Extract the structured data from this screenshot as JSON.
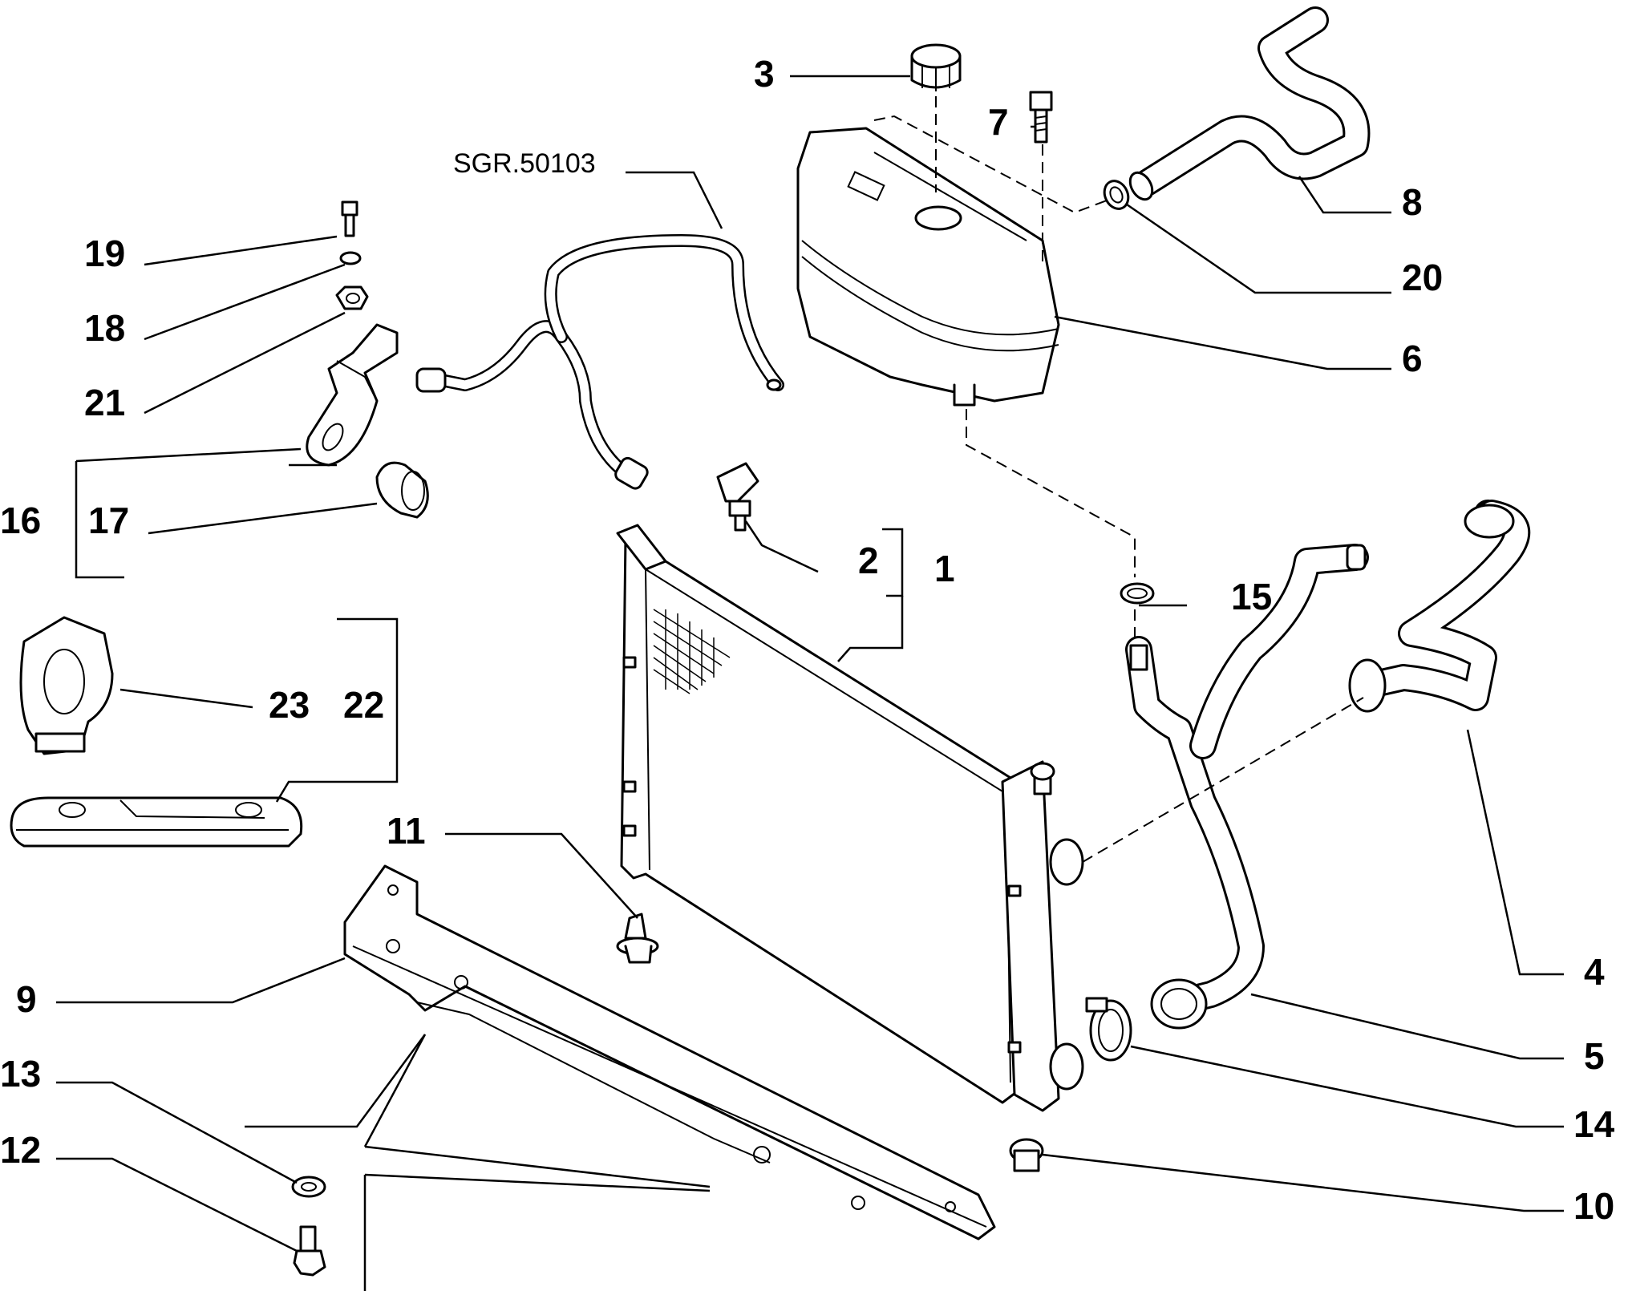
{
  "reference_code": "SGR.50103",
  "callouts": {
    "c1": "1",
    "c2": "2",
    "c3": "3",
    "c4": "4",
    "c5": "5",
    "c6": "6",
    "c7": "7",
    "c8": "8",
    "c9": "9",
    "c10": "10",
    "c11": "11",
    "c12": "12",
    "c13": "13",
    "c14": "14",
    "c15": "15",
    "c16": "16",
    "c17": "17",
    "c18": "18",
    "c19": "19",
    "c20": "20",
    "c21": "21",
    "c22": "22",
    "c23": "23"
  }
}
